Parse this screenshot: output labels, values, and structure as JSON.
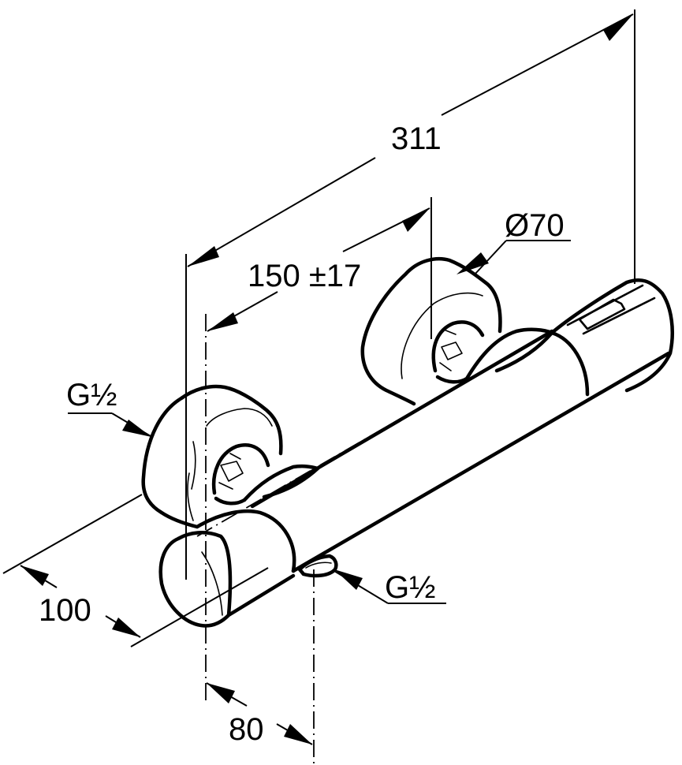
{
  "drawing": {
    "subject": "Thermostatic shower mixer, wall-mounted (isometric dimension drawing)",
    "line_color": "#000000",
    "background": "#ffffff"
  },
  "dimensions": {
    "overall_length": "311",
    "connection_spacing": "150 ±17",
    "escutcheon_diameter": "Ø70",
    "inlet_thread_left": "G½",
    "outlet_thread_bottom": "G½",
    "projection_depth": "100",
    "outlet_offset": "80"
  }
}
